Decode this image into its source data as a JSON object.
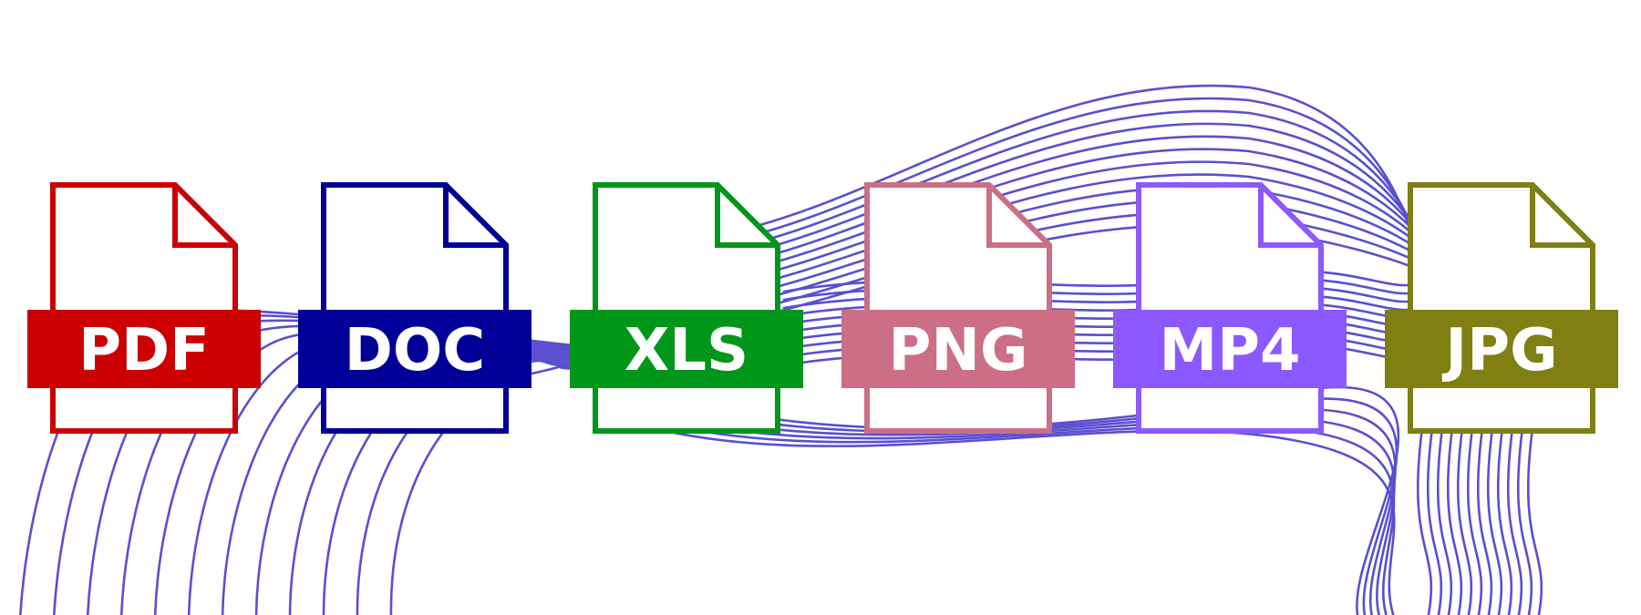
{
  "colors": {
    "wave": "#5a4fcf"
  },
  "file_icons": [
    {
      "name": "pdf",
      "label": "PDF",
      "color": "#cc0000"
    },
    {
      "name": "doc",
      "label": "DOC",
      "color": "#000099"
    },
    {
      "name": "xls",
      "label": "XLS",
      "color": "#00961a"
    },
    {
      "name": "png",
      "label": "PNG",
      "color": "#cc6f86"
    },
    {
      "name": "mp4",
      "label": "MP4",
      "color": "#8c59ff"
    },
    {
      "name": "jpg",
      "label": "JPG",
      "color": "#7f7f12"
    }
  ]
}
